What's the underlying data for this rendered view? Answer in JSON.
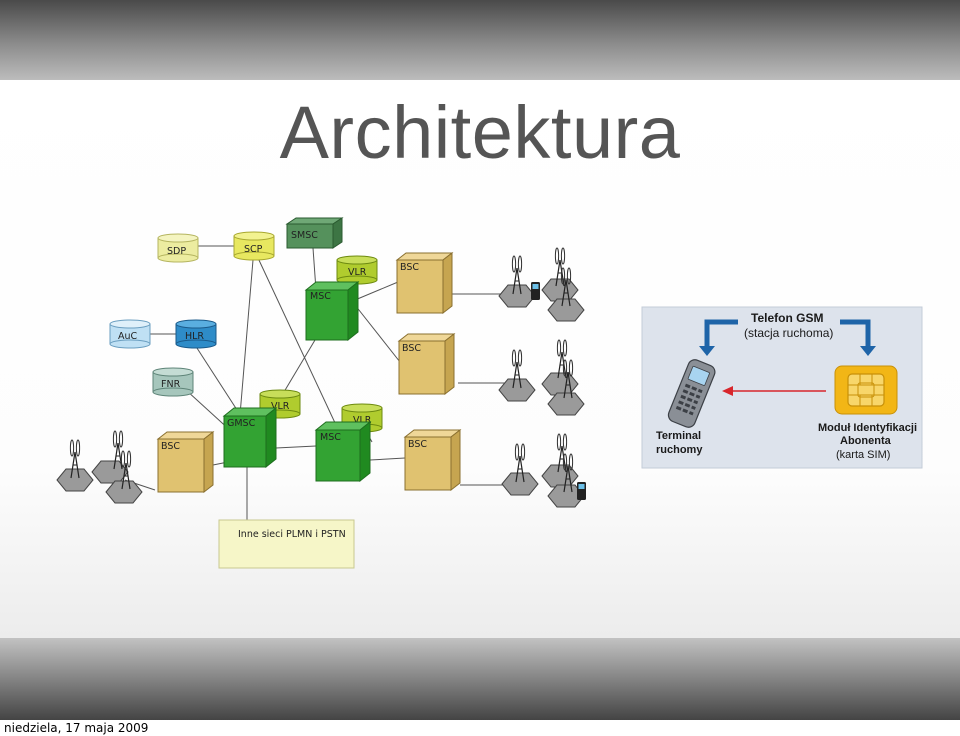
{
  "slide": {
    "title": "Architektura",
    "footer_date": "niedziela, 17 maja 2009"
  },
  "network": {
    "nodes": {
      "sdp": "SDP",
      "scp": "SCP",
      "smsc": "SMSC",
      "vlr_top": "VLR",
      "msc_top": "MSC",
      "bsc_top": "BSC",
      "bsc_mid": "BSC",
      "auc": "AuC",
      "hlr": "HLR",
      "fnr": "FNR",
      "gmsc": "GMSC",
      "vlr_gmsc": "VLR",
      "vlr_msc2": "VLR",
      "msc2": "MSC",
      "bsc_left": "BSC",
      "bsc_bottom": "BSC",
      "other_networks": "Inne sieci PLMN i PSTN"
    },
    "colors": {
      "green_box": "#33a333",
      "yellow_cyl": "#e8e860",
      "lime_cyl": "#b0cc2e",
      "bsc_box": "#e0c270",
      "hlr_cyl": "#2e8cc8",
      "auc_cyl": "#bfe0f4",
      "fnr_cyl": "#a6c6bc",
      "smsc_box": "#55915c"
    }
  },
  "gsm_panel": {
    "title": "Telefon GSM",
    "subtitle": "(stacja ruchoma)",
    "terminal_line1": "Terminal",
    "terminal_line2": "ruchomy",
    "module_line1": "Moduł Identyfikacji",
    "module_line2": "Abonenta",
    "module_line3": "(karta SIM)",
    "icons": [
      "mobile-phone-icon",
      "sim-card-icon",
      "blue-arrow-icon",
      "red-arrow-icon"
    ]
  }
}
